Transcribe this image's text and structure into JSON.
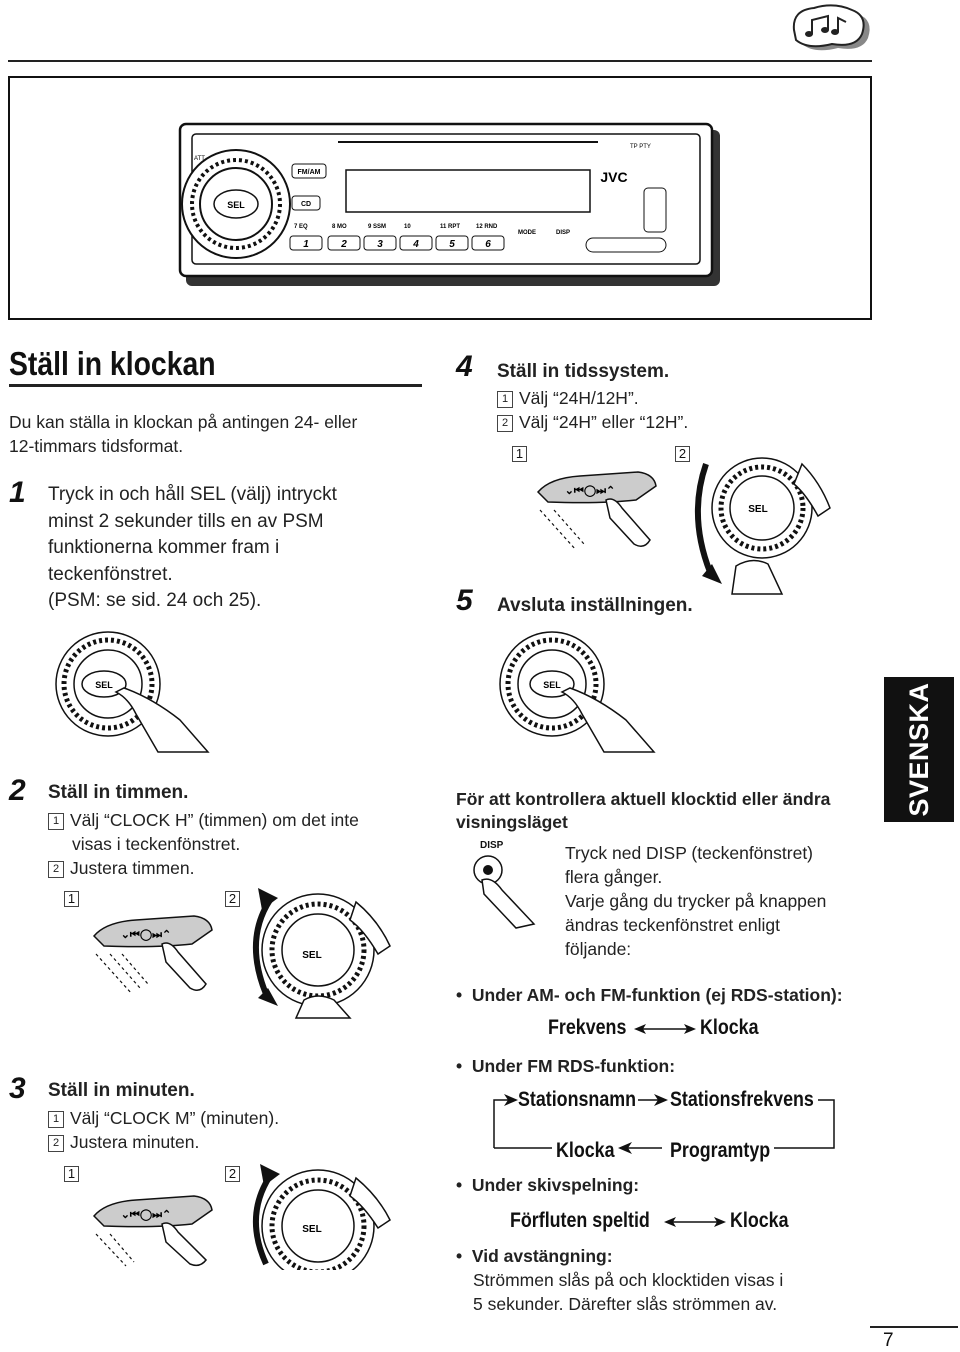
{
  "heading": "Ställ in klockan",
  "intro": [
    "Du kan ställa in klockan på antingen 24- eller",
    "12-timmars tidsformat."
  ],
  "step1": {
    "num": "1",
    "lines": [
      "Tryck in och håll SEL (välj) intryckt",
      "minst 2 sekunder tills en av PSM",
      "funktionerna kommer fram i",
      "teckenfönstret.",
      "(PSM: se sid. 24 och 25)."
    ]
  },
  "step2": {
    "num": "2",
    "title": "Ställ in timmen.",
    "sub1": [
      "Välj “CLOCK H” (timmen) om det inte",
      "visas i teckenfönstret."
    ],
    "sub2": "Justera timmen."
  },
  "step3": {
    "num": "3",
    "title": "Ställ in minuten.",
    "sub1": "Välj “CLOCK M” (minuten).",
    "sub2": "Justera minuten."
  },
  "step4": {
    "num": "4",
    "title": "Ställ in tidssystem.",
    "sub1": "Välj “24H/12H”.",
    "sub2": "Välj “24H” eller “12H”."
  },
  "step5": {
    "num": "5",
    "title": "Avsluta inställningen."
  },
  "markers": {
    "one": "1",
    "two": "2"
  },
  "sel_label": "SEL",
  "disp_label": "DISP",
  "side_tab": "SVENSKA",
  "page_number": "7",
  "check": {
    "title": [
      "För att kontrollera aktuell klocktid eller ändra",
      "visningsläget"
    ],
    "desc": [
      "Tryck ned DISP (teckenfönstret)",
      "flera gånger.",
      "Varje gång du trycker på knappen",
      "ändras teckenfönstret enligt",
      "följande:"
    ],
    "b1": "Under AM- och FM-funktion (ej RDS-station):",
    "b1_left": "Frekvens",
    "b1_right": "Klocka",
    "b2": "Under FM RDS-funktion:",
    "b2_a": "Stationsnamn",
    "b2_b": "Stationsfrekvens",
    "b2_c": "Programtyp",
    "b2_d": "Klocka",
    "b3": "Under skivspelning:",
    "b3_left": "Förfluten speltid",
    "b3_right": "Klocka",
    "b4": "Vid avstängning:",
    "b4_text": [
      "Strömmen slås på och klocktiden visas i",
      "5 sekunder. Därefter slås strömmen av."
    ]
  },
  "unit": {
    "brand": "JVC",
    "fm_am": "FM/AM",
    "cd": "CD",
    "att": "ATT",
    "tp_pty": "TP PTY",
    "presets": [
      "1",
      "2",
      "3",
      "4",
      "5",
      "6"
    ],
    "top_labels": [
      "7 EQ",
      "8 MO",
      "9 SSM",
      "10",
      "11 RPT",
      "12 RND"
    ],
    "mode": "MODE",
    "disp": "DISP"
  }
}
